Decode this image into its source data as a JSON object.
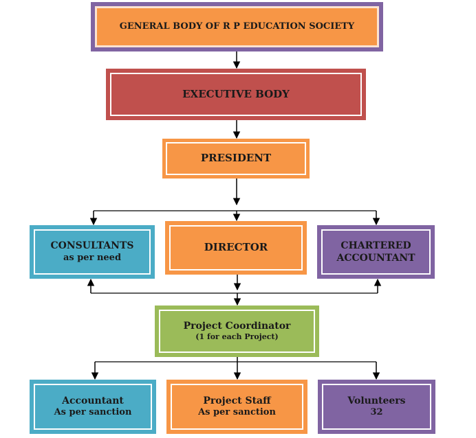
{
  "colors": {
    "orange": "#f79646",
    "red": "#c0504d",
    "blue": "#4bacc6",
    "purple": "#8064a2",
    "green": "#9bbb59",
    "connector": "#000000",
    "text": "#1a1a1a"
  },
  "nodes": {
    "general_body": {
      "label": "GENERAL BODY OF R P EDUCATION SOCIETY"
    },
    "executive_body": {
      "label": "EXECUTIVE BODY"
    },
    "president": {
      "label": "PRESIDENT"
    },
    "consultants": {
      "label": "CONSULTANTS",
      "sub": "as per need"
    },
    "director": {
      "label": "DIRECTOR"
    },
    "chartered_accountant": {
      "label": "CHARTERED",
      "sub": "ACCOUNTANT"
    },
    "project_coordinator": {
      "label": "Project Coordinator",
      "sub": "(1 for each Project)"
    },
    "accountant": {
      "label": "Accountant",
      "sub": "As per sanction"
    },
    "project_staff": {
      "label": "Project Staff",
      "sub": "As per sanction"
    },
    "volunteers": {
      "label": "Volunteers",
      "sub": "32"
    }
  },
  "edges": [
    {
      "from": "general_body",
      "to": "executive_body"
    },
    {
      "from": "executive_body",
      "to": "president"
    },
    {
      "from": "president",
      "to": "consultants"
    },
    {
      "from": "president",
      "to": "director"
    },
    {
      "from": "president",
      "to": "chartered_accountant"
    },
    {
      "from": "director",
      "to": "consultants"
    },
    {
      "from": "director",
      "to": "chartered_accountant"
    },
    {
      "from": "director",
      "to": "project_coordinator"
    },
    {
      "from": "project_coordinator",
      "to": "accountant"
    },
    {
      "from": "project_coordinator",
      "to": "project_staff"
    },
    {
      "from": "project_coordinator",
      "to": "volunteers"
    }
  ]
}
